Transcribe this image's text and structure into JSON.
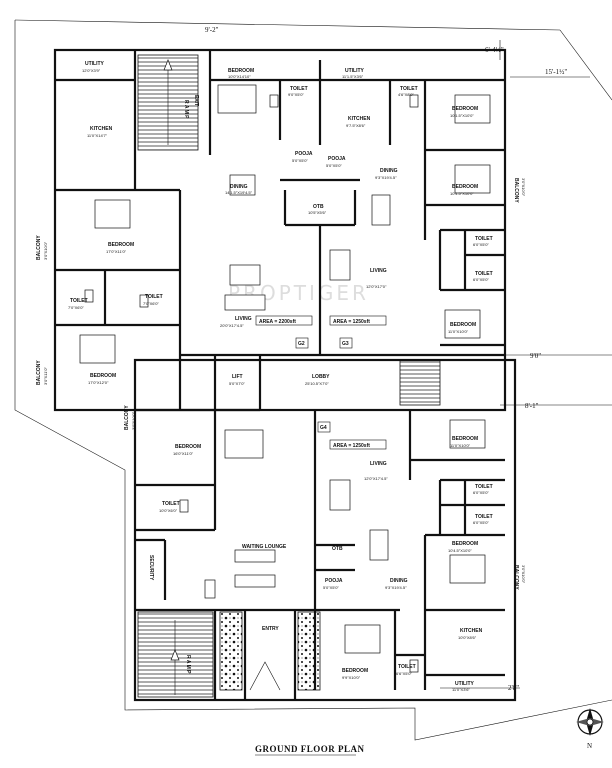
{
  "title": "GROUND FLOOR PLAN",
  "watermark": "PROPTIGER",
  "dimensions": {
    "top": "9'-2\"",
    "right_top_1": "6'-4½\"",
    "right_top_2": "15'-1½\"",
    "right_mid_1": "9'0\"",
    "right_mid_2": "8'-1\"",
    "right_bottom": "2'8\""
  },
  "rooms": {
    "utility_tl": {
      "name": "UTILITY",
      "size": "12'0\"X3'9\""
    },
    "kitchen_l": {
      "name": "KITCHEN",
      "size": "11'0\"X14'7\""
    },
    "ramp": {
      "name": "R A M P",
      "extra": "EXIT"
    },
    "bedroom_top": {
      "name": "BEDROOM",
      "size": "10'0\"X14'10\""
    },
    "toilet_top": {
      "name": "TOILET",
      "size": "9'0\"X5'0\""
    },
    "utility_tr": {
      "name": "UTILITY",
      "size": "11'1.5\"X3'6\""
    },
    "toilet_tr": {
      "name": "TOILET",
      "size": "4'6\"X8'0\""
    },
    "bedroom_tr": {
      "name": "BEDROOM",
      "size": "10'1.5\"X10'0\""
    },
    "kitchen_tr": {
      "name": "KITCHEN",
      "size": "9'7.5\"X8'6\""
    },
    "pooja_1": {
      "name": "POOJA",
      "size": "5'0\"X5'0\""
    },
    "pooja_2": {
      "name": "POOJA",
      "size": "5'0\"X5'0\""
    },
    "dining_l": {
      "name": "DINING",
      "size": "14'1.5\"X19'4.5\""
    },
    "dining_tr": {
      "name": "DINING",
      "size": "9'3\"X19'4.5\""
    },
    "otb_top": {
      "name": "OTB",
      "size": "10'5\"X5'6\""
    },
    "bedroom_r1": {
      "name": "BEDROOM",
      "size": "10'4.5\"X10'0\""
    },
    "balcony_r1": {
      "name": "BALCONY",
      "size": "3'0\"X10'0\""
    },
    "balcony_l1": {
      "name": "BALCONY",
      "size": "3'0\"X10'0\""
    },
    "bedroom_l1": {
      "name": "BEDROOM",
      "size": "17'0\"X11'0\""
    },
    "toilet_r1": {
      "name": "TOILET",
      "size": "6'0\"X5'0\""
    },
    "toilet_r2": {
      "name": "TOILET",
      "size": "6'0\"X5'0\""
    },
    "toilet_l1": {
      "name": "TOILET",
      "size": "7'0\"X6'0\""
    },
    "toilet_l2": {
      "name": "TOILET",
      "size": "7'0\"X6'0\""
    },
    "living_l": {
      "name": "LIVING",
      "size": "20'0\"X17'4.5\"",
      "area": "AREA = 2200sft"
    },
    "living_tr": {
      "name": "LIVING",
      "size": "12'0\"X17'0\"",
      "area": "AREA = 1250sft"
    },
    "bedroom_r2": {
      "name": "BEDROOM",
      "size": "11'0\"X10'0\""
    },
    "balcony_l2": {
      "name": "BALCONY",
      "size": "3'0\"X11'0\""
    },
    "bedroom_l2": {
      "name": "BEDROOM",
      "size": "17'0\"X12'0\""
    },
    "lift": {
      "name": "LIFT",
      "size": "5'0\"X7'0\""
    },
    "lobby": {
      "name": "LOBBY",
      "size": "25'10.5\"X7'0\""
    },
    "g2": "G2",
    "g3": "G3",
    "g4": "G4",
    "balcony_l3": {
      "name": "BALCONY",
      "size": "3'0\"X10'0\""
    },
    "bedroom_c": {
      "name": "BEDROOM",
      "size": "16'0\"X11'0\""
    },
    "living_br": {
      "name": "LIVING",
      "size": "12'0\"X17'4.5\"",
      "area": "AREA = 1250sft"
    },
    "bedroom_br1": {
      "name": "BEDROOM",
      "size": "11'0\"X10'0\""
    },
    "toilet_c": {
      "name": "TOILET",
      "size": "10'0\"X6'0\""
    },
    "toilet_br1": {
      "name": "TOILET",
      "size": "6'0\"X5'0\""
    },
    "toilet_br2": {
      "name": "TOILET",
      "size": "6'0\"X5'0\""
    },
    "waiting": {
      "name": "WAITING LOUNGE"
    },
    "security": {
      "name": "SECURITY"
    },
    "otb_b": {
      "name": "OTB"
    },
    "bedroom_br2": {
      "name": "BEDROOM",
      "size": "10'4.5\"X10'0\""
    },
    "balcony_br": {
      "name": "BALCONY",
      "size": "3'0\"X10'0\""
    },
    "pooja_b": {
      "name": "POOJA",
      "size": "5'0\"X5'0\""
    },
    "dining_b": {
      "name": "DINING",
      "size": "9'3\"X19'4.5\""
    },
    "entry": {
      "name": "ENTRY"
    },
    "kitchen_br": {
      "name": "KITCHEN",
      "size": "10'0\"X8'6\""
    },
    "bedroom_b": {
      "name": "BEDROOM",
      "size": "9'9\"X10'0\""
    },
    "toilet_b": {
      "name": "TOILET",
      "size": "6'6\"X5'0\""
    },
    "utility_br": {
      "name": "UTILITY",
      "size": "11'0\"X3'6\""
    },
    "ramp_b": {
      "name": "R A M P"
    }
  },
  "compass": {
    "label": "N"
  }
}
